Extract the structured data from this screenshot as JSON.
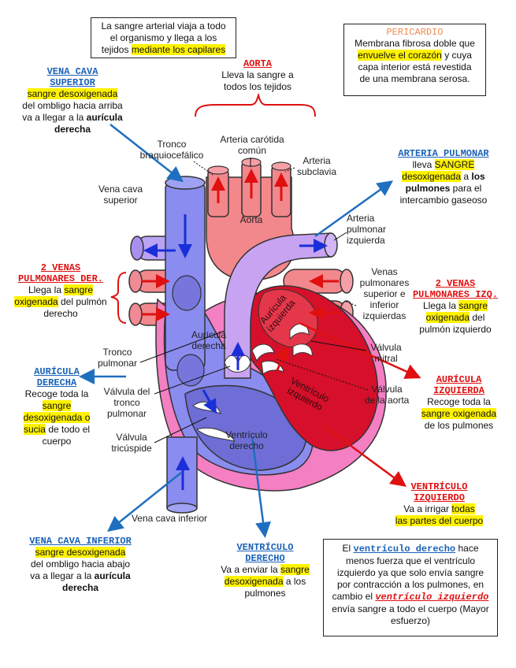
{
  "top_note": {
    "line1": "La sangre arterial viaja a todo",
    "line2": "el organismo y llega a los",
    "line3_plain": "tejidos ",
    "line3_hl": "mediante los capilares"
  },
  "pericardio": {
    "title": "PERICARDIO",
    "line1": "Membrana fibrosa doble que",
    "line2_hl": "envuelve el corazón",
    "line2_plain": " y cuya",
    "line3": "capa interior está revestida",
    "line4": "de una membrana serosa."
  },
  "aorta_note": {
    "title": "AORTA",
    "line1": "Lleva la sangre a",
    "line2": "todos los tejidos"
  },
  "vcs_note": {
    "title1": "VENA CAVA",
    "title2": "SUPERIOR",
    "hl": "sangre desoxigenada",
    "line2": "del ombligo hacia arriba",
    "line3_plain": "va a llegar a la ",
    "line3_bold": "aurícula",
    "line4_bold": "derecha"
  },
  "ap_note": {
    "title": "ARTERIA PULMONAR",
    "line1_plain": "lleva ",
    "line1_hl": "SANGRE",
    "line2_hl": "desoxigenada",
    "line2_plain": " a ",
    "line2_bold": "los",
    "line3_bold": "pulmones",
    "line3_plain": " para el",
    "line4": "intercambio gaseoso"
  },
  "vpd_note": {
    "title1": "2 VENAS",
    "title2": "PULMONARES DER.",
    "line1_plain": "Llega la ",
    "line1_hl": "sangre",
    "line2_hl": "oxigenada",
    "line2_plain": " del pulmón",
    "line3": "derecho"
  },
  "vpi_note": {
    "title1": "2 VENAS",
    "title2": "PULMONARES IZQ.",
    "line1_plain": "Llega la ",
    "line1_hl": "sangre",
    "line2_hl": "oxigenada",
    "line2_plain": " del",
    "line3": "pulmón izquierdo"
  },
  "ad_note": {
    "title1": "AURÍCULA",
    "title2": "DERECHA",
    "line1": "Recoge toda la",
    "line2_hl": "sangre",
    "line3_hl": "desoxigenada o",
    "line4_hl": "sucia",
    "line4_plain": " de todo el",
    "line5": "cuerpo"
  },
  "ai_note": {
    "title1": "AURÍCULA",
    "title2": "IZQUIERDA",
    "line1": "Recoge toda la",
    "line2_hl": "sangre oxigenada",
    "line3": "de los pulmones"
  },
  "vi_note": {
    "title1": "VENTRÍCULO",
    "title2": "IZQUIERDO",
    "line1_plain": "Va a irrigar ",
    "line1_hl": "todas",
    "line2_hl": "las partes del cuerpo"
  },
  "vci_note": {
    "title": "VENA CAVA INFERIOR",
    "hl": "sangre desoxigenada",
    "line2": "del ombligo hacia abajo",
    "line3_plain": "va a llegar a la ",
    "line3_bold": "aurícula",
    "line4_bold": "derecha"
  },
  "vd_note": {
    "title1": "VENTRÍCULO",
    "title2": "DERECHO",
    "line1_plain": "Va a enviar la ",
    "line1_hl": "sangre",
    "line2_hl": "desoxigenada",
    "line2_plain": " a los",
    "line3": "pulmones"
  },
  "bottom_box": {
    "p1": "El ",
    "p1_vd": "ventrículo derecho",
    "p1_rest": " hace",
    "line2": "menos fuerza que el ventrículo",
    "line3": "izquierdo ya que solo envía sangre",
    "line4": "por contracción a los pulmones, en",
    "line5": "cambio el ",
    "line5_vi": "ventrículo izquierdo",
    "line6": "envía sangre a todo el cuerpo (Mayor",
    "line7": "esfuerzo)"
  },
  "labels": {
    "tronco_braquio_1": "Tronco",
    "tronco_braquio_2": "braquiocefálico",
    "carotida_1": "Arteria carótida",
    "carotida_2": "común",
    "subclavia_1": "Arteria",
    "subclavia_2": "subclavia",
    "vena_cava_sup_1": "Vena cava",
    "vena_cava_sup_2": "superior",
    "aorta": "Aorta",
    "ap_izq_1": "Arteria",
    "ap_izq_2": "pulmonar",
    "ap_izq_3": "izquierda",
    "venas_pulm_1": "Venas",
    "venas_pulm_2": "pulmonares",
    "venas_pulm_3": "superior e",
    "venas_pulm_4": "inferior",
    "venas_pulm_5": "izquierdas",
    "auricula_der_1": "Aurícula",
    "auricula_der_2": "derecha",
    "auricula_izq_1": "Aurícula",
    "auricula_izq_2": "izquierda",
    "tronco_pulmonar_1": "Tronco",
    "tronco_pulmonar_2": "pulmonar",
    "valvula_mitral_1": "Válvula",
    "valvula_mitral_2": "mitral",
    "valvula_tronco_1": "Válvula del",
    "valvula_tronco_2": "tronco",
    "valvula_tronco_3": "pulmonar",
    "valvula_aorta_1": "Válvula",
    "valvula_aorta_2": "de la aorta",
    "ventriculo_izq_1": "Ventrículo",
    "ventriculo_izq_2": "izquierdo",
    "valvula_tricuspide_1": "Válvula",
    "valvula_tricuspide_2": "tricúspide",
    "ventriculo_der_1": "Ventrículo",
    "ventriculo_der_2": "derecho",
    "vena_cava_inf": "Vena cava inferior"
  },
  "colors": {
    "vein_blue": "#8a8cf0",
    "artery_red": "#f2878c",
    "pulm_artery": "#c8a3f2",
    "pericardium_pink": "#f47fc3",
    "left_heart_red": "#d6102a",
    "right_ventricle": "#7070d8",
    "arrow_blue": "#1f6fc0",
    "arrow_red": "#e01010"
  }
}
